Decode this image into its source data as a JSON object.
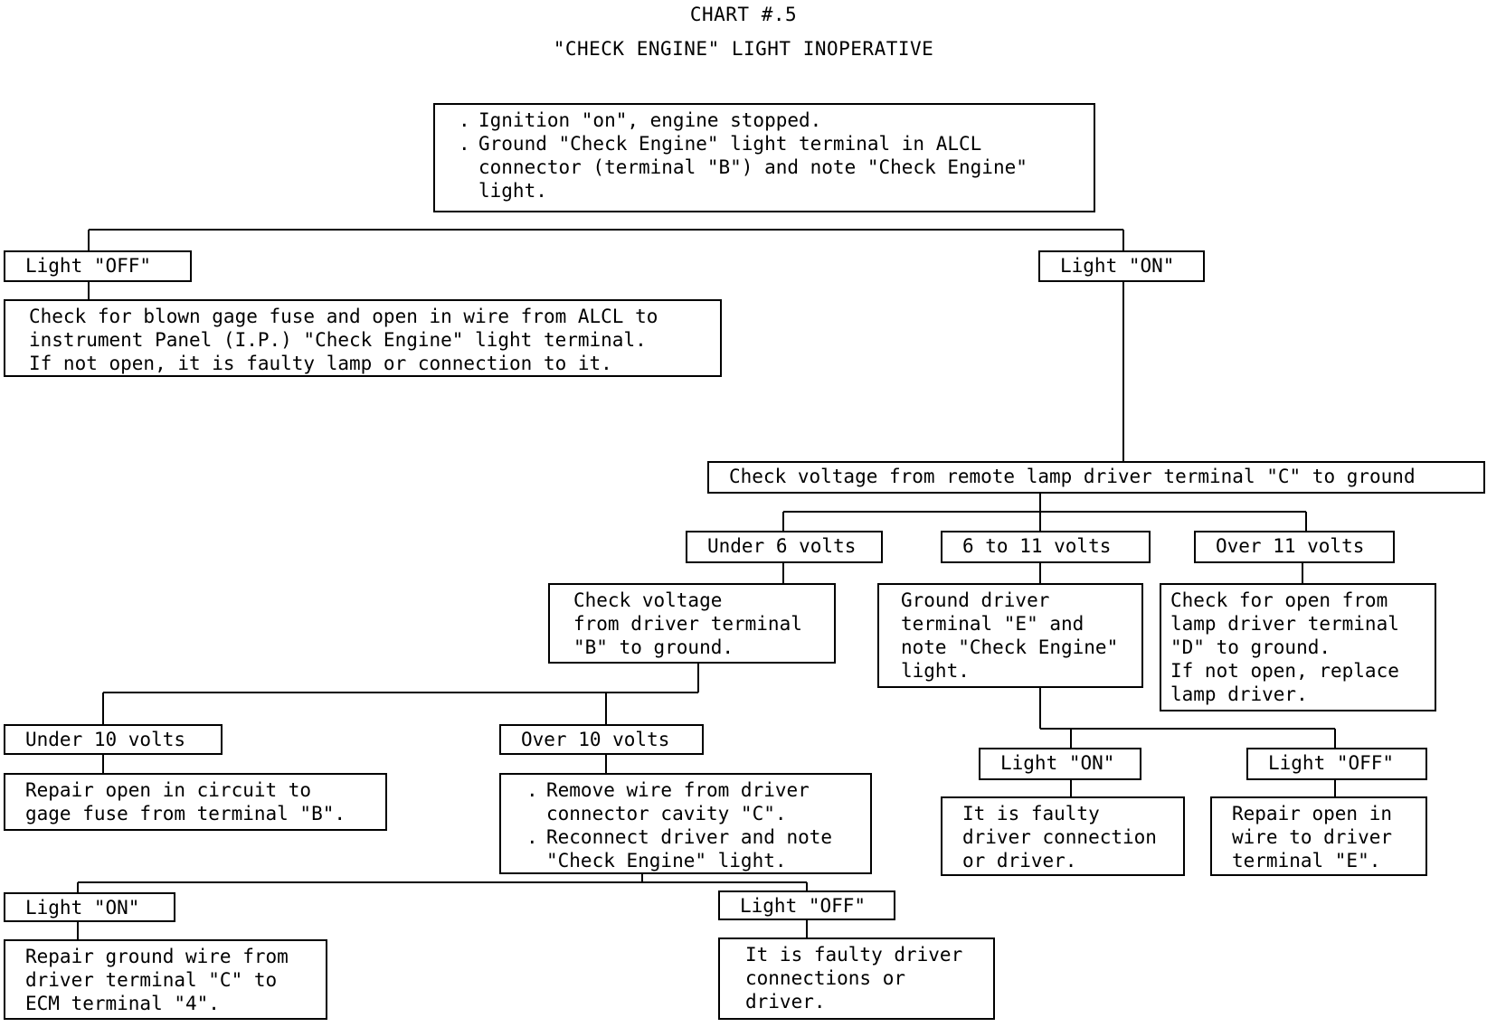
{
  "title": "CHART #.5",
  "subtitle": "\"CHECK ENGINE\" LIGHT INOPERATIVE",
  "nodes": {
    "start": {
      "bullets": [
        "Ignition \"on\", engine stopped.",
        "Ground \"Check Engine\" light terminal in ALCL connector (terminal \"B\") and note \"Check Engine\" light."
      ]
    },
    "off1": {
      "label": "Light \"OFF\""
    },
    "off1_action": {
      "lines": [
        "Check for blown gage fuse and open in wire from ALCL to",
        "instrument Panel (I.P.) \"Check Engine\" light terminal.",
        "If not open, it is faulty lamp or connection to it."
      ]
    },
    "on1": {
      "label": "Light \"ON\""
    },
    "check_c": {
      "label": "Check voltage from remote lamp driver terminal \"C\" to ground"
    },
    "under6": {
      "label": "Under 6 volts"
    },
    "mid6_11": {
      "label": "6 to 11 volts"
    },
    "over11": {
      "label": "Over 11 volts"
    },
    "check_b": {
      "lines": [
        "Check voltage",
        "from driver terminal",
        "\"B\" to ground."
      ]
    },
    "ground_e": {
      "lines": [
        "Ground driver",
        "terminal \"E\" and",
        "note \"Check Engine\"",
        "light."
      ]
    },
    "open_d": {
      "lines": [
        "Check for open from",
        "lamp driver terminal",
        "\"D\" to ground.",
        "If not open, replace",
        "lamp driver."
      ]
    },
    "under10": {
      "label": "Under 10 volts"
    },
    "over10": {
      "label": "Over 10 volts"
    },
    "repair_b": {
      "lines": [
        "Repair open in circuit to",
        "gage fuse from terminal \"B\"."
      ]
    },
    "remove_c": {
      "bullets": [
        "Remove wire from driver connector cavity \"C\".",
        "Reconnect driver and note \"Check Engine\" light."
      ]
    },
    "on2": {
      "label": "Light \"ON\""
    },
    "off2": {
      "label": "Light \"OFF\""
    },
    "faulty1": {
      "lines": [
        "It is faulty",
        "driver connection",
        "or driver."
      ]
    },
    "repair_e": {
      "lines": [
        "Repair open in",
        "wire to driver",
        "terminal \"E\"."
      ]
    },
    "on3": {
      "label": "Light \"ON\""
    },
    "off3": {
      "label": "Light \"OFF\""
    },
    "repair_ground": {
      "lines": [
        "Repair ground wire from",
        "driver terminal \"C\" to",
        "ECM terminal \"4\"."
      ]
    },
    "faulty2": {
      "lines": [
        "It is faulty driver",
        "connections or",
        "driver."
      ]
    }
  }
}
